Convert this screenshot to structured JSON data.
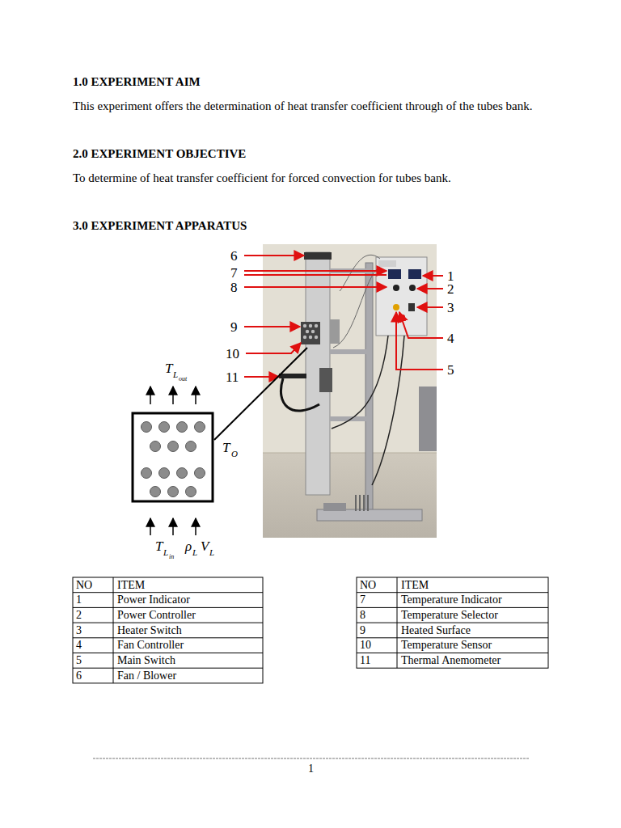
{
  "diagram": {
    "labels": [
      "1.0 EXPERIMENT AIM",
      "This experiment offers the determination of heat transfer coefficient through of the tubes bank.",
      "2.0 EXPERIMENT OBJECTIVE",
      "To determine of heat transfer coefficient for forced convection for tubes bank.",
      "3.0 EXPERIMENT APPARATUS",
      "6",
      "7",
      "8",
      "9",
      "10",
      "11",
      "1",
      "2",
      "3",
      "4",
      "5",
      "T",
      "L",
      "out",
      "T",
      "O",
      "T",
      "L",
      "in",
      "ρ",
      "L",
      "V",
      "L",
      "NO",
      "ITEM",
      "1",
      "Power Indicator",
      "2",
      "Power Controller",
      "3",
      "Heater Switch",
      "4",
      "Fan Controller",
      "5",
      "Main Switch",
      "6",
      "Fan / Blower",
      "NO",
      "ITEM",
      "7",
      "Temperature Indicator",
      "8",
      "Temperature Selector",
      "9",
      "Heated Surface",
      "10",
      "Temperature Sensor",
      "11",
      "Thermal Anemometer",
      "1"
    ]
  }
}
